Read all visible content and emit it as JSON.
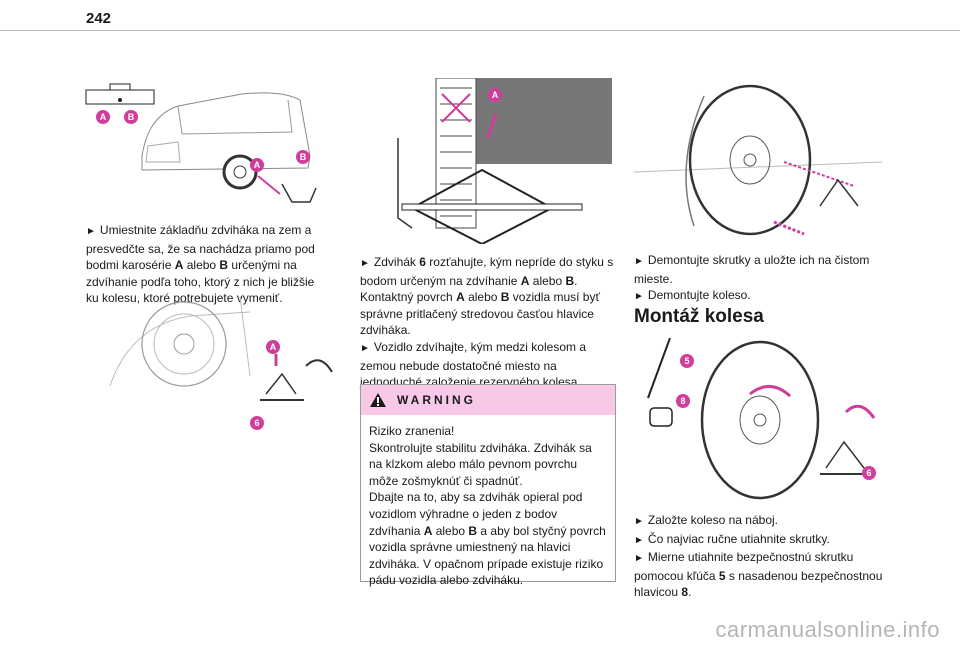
{
  "page": {
    "number": "242"
  },
  "left": {
    "badges1": [
      "A",
      "B",
      "A",
      "B"
    ],
    "paragraph": [
      {
        "bullet": "►",
        "parts": [
          {
            "t": "Umiestnite základňu zdviháka na zem a presvedčte sa, že sa nachádza priamo pod bodmi karosérie ",
            "b": false
          },
          {
            "t": "A",
            "b": true
          },
          {
            "t": " alebo ",
            "b": false
          },
          {
            "t": "B",
            "b": true
          },
          {
            "t": " určenými na zdvíhanie podľa toho, ktorý z nich je bližšie ku kolesu, ktoré potrebujete vymeniť.",
            "b": false
          }
        ]
      }
    ],
    "badges2": [
      "A",
      "6"
    ]
  },
  "middle": {
    "badges": [
      "A"
    ],
    "paragraphs": [
      {
        "bullet": "►",
        "parts": [
          {
            "t": "Zdvihák ",
            "b": false
          },
          {
            "t": "6",
            "b": true
          },
          {
            "t": " rozťahujte, kým nepríde do styku s bodom určeným na zdvíhanie ",
            "b": false
          },
          {
            "t": "A",
            "b": true
          },
          {
            "t": " alebo ",
            "b": false
          },
          {
            "t": "B",
            "b": true
          },
          {
            "t": ". Kontaktný povrch ",
            "b": false
          },
          {
            "t": "A",
            "b": true
          },
          {
            "t": " alebo ",
            "b": false
          },
          {
            "t": "B",
            "b": true
          },
          {
            "t": " vozidla musí byť správne pritlačený stredovou časťou hlavice zdviháka.",
            "b": false
          }
        ]
      },
      {
        "bullet": "►",
        "parts": [
          {
            "t": "Vozidlo zdvíhajte, kým medzi kolesom a zemou nebude dostatočné miesto na jednoduché založenie rezervného kolesa.",
            "b": false
          }
        ]
      }
    ],
    "warning": {
      "title": "WARNING",
      "lines": [
        {
          "parts": [
            {
              "t": "Riziko zranenia!",
              "b": false
            }
          ]
        },
        {
          "parts": [
            {
              "t": "Skontrolujte stabilitu zdviháka. Zdvihák sa na klzkom alebo málo pevnom povrchu môže zošmyknúť či spadnúť.",
              "b": false
            }
          ]
        },
        {
          "parts": [
            {
              "t": "Dbajte na to, aby sa zdvihák opieral pod vozidlom výhradne o jeden z bodov zdvíhania ",
              "b": false
            },
            {
              "t": "A",
              "b": true
            },
            {
              "t": " alebo ",
              "b": false
            },
            {
              "t": "B",
              "b": true
            },
            {
              "t": " a aby bol styčný povrch vozidla správne umiestnený na hlavici zdviháka. V opačnom prípade existuje riziko pádu vozidla alebo zdviháku.",
              "b": false
            }
          ]
        }
      ]
    }
  },
  "right": {
    "paragraphs1": [
      {
        "bullet": "►",
        "parts": [
          {
            "t": "Demontujte skrutky a uložte ich na čistom mieste.",
            "b": false
          }
        ]
      },
      {
        "bullet": "►",
        "parts": [
          {
            "t": "Demontujte koleso.",
            "b": false
          }
        ]
      }
    ],
    "section_title": "Montáž kolesa",
    "badges": [
      "5",
      "8",
      "6"
    ],
    "paragraphs2": [
      {
        "bullet": "►",
        "parts": [
          {
            "t": "Založte koleso na náboj.",
            "b": false
          }
        ]
      },
      {
        "bullet": "►",
        "parts": [
          {
            "t": "Čo najviac ručne utiahnite skrutky.",
            "b": false
          }
        ]
      },
      {
        "bullet": "►",
        "parts": [
          {
            "t": "Mierne utiahnite bezpečnostnú skrutku pomocou kľúča ",
            "b": false
          },
          {
            "t": "5",
            "b": true
          },
          {
            "t": " s nasadenou bezpečnostnou hlavicou ",
            "b": false
          },
          {
            "t": "8",
            "b": true
          },
          {
            "t": ".",
            "b": false
          }
        ]
      }
    ]
  },
  "watermark": "carmanualsonline.info",
  "colors": {
    "accent": "#d03d9a",
    "warning_bg": "#f7c9e6"
  }
}
